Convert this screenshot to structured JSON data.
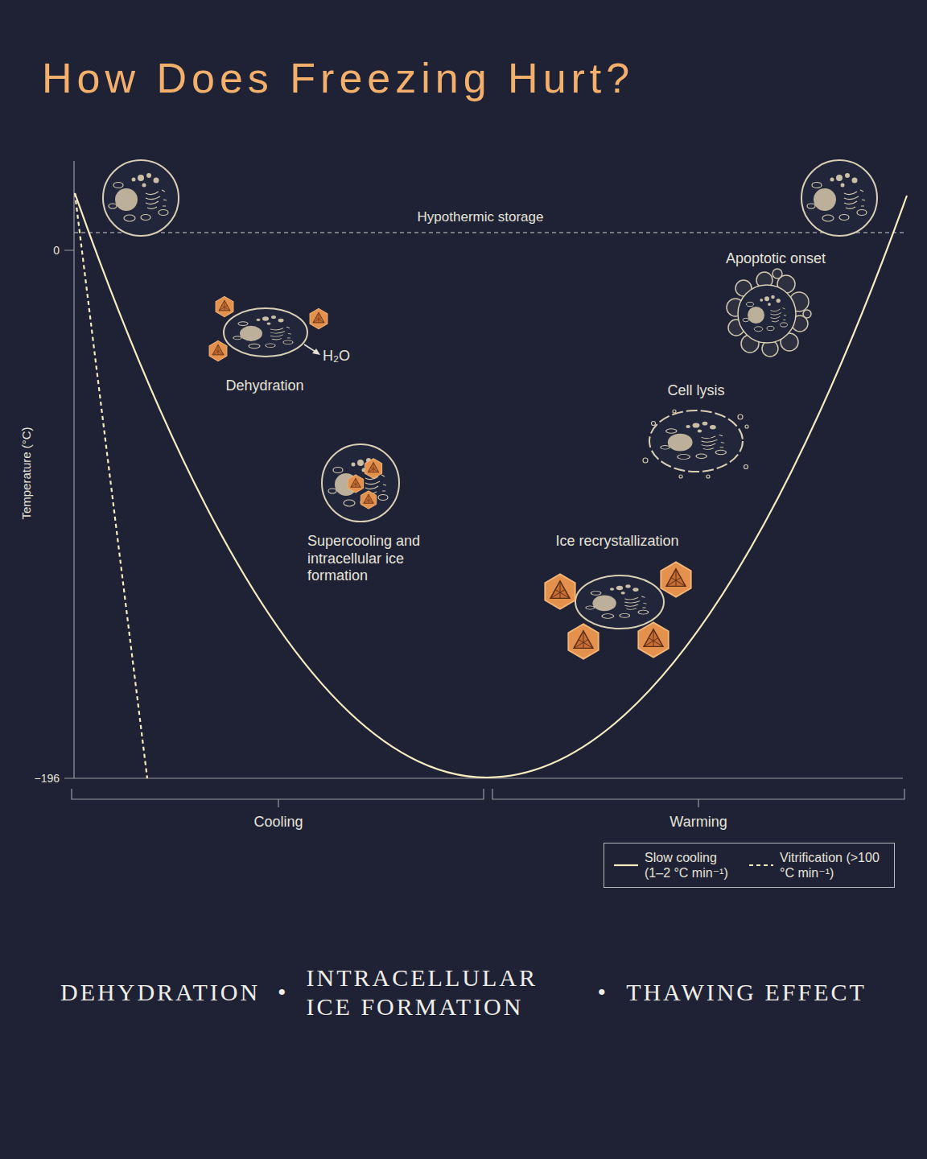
{
  "diagram": {
    "title": "How Does Freezing Hurt?",
    "labels": [
      "Hypothermic storage",
      "0",
      "−196",
      "Temperature (°C)",
      "Dehydration",
      "H₂O",
      "Supercooling and intracellular ice formation",
      "Ice recrystallization",
      "Cell lysis",
      "Apoptotic onset",
      "Cooling",
      "Warming",
      "DEHYDRATION",
      "•",
      "INTRACELLULAR ICE FORMATION",
      "•",
      "THAWING EFFECT"
    ],
    "legend": [
      {
        "text": "Slow cooling (1–2 °C min⁻¹)"
      },
      {
        "text": "Vitrification (>100 °C min⁻¹)"
      }
    ]
  }
}
